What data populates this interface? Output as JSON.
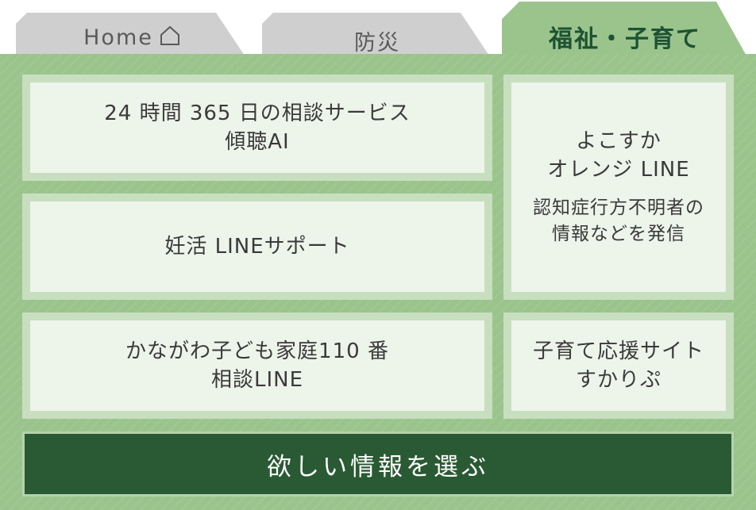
{
  "tabs": {
    "home": {
      "label": "Home",
      "icon": "home-icon"
    },
    "disaster": {
      "label": "防災"
    },
    "welfare": {
      "label": "福祉・子育て"
    }
  },
  "cards": {
    "counseling_ai": {
      "line1": "24 時間 365 日の相談サービス",
      "line2": "傾聴AI"
    },
    "orange_line": {
      "line1": "よこすか",
      "line2": "オレンジ LINE",
      "desc1": "認知症行方不明者の",
      "desc2": "情報などを発信"
    },
    "ninkatsu": {
      "line1": "妊活 LINEサポート"
    },
    "kanagawa_kodomo": {
      "line1": "かながわ子ども家庭110 番",
      "line2": "相談LINE"
    },
    "sukaripu": {
      "line1": "子育て応援サイト",
      "line2": "すかりぷ"
    }
  },
  "select_button": {
    "label": "欲しい情報を選ぶ"
  },
  "colors": {
    "panel": "#9ac48c",
    "card_border": "#c7dfbf",
    "card_fill": "#edf4ea",
    "active_tab_text": "#1e5234",
    "button": "#2a5a33",
    "inactive_tab": "#cfcfcf"
  }
}
